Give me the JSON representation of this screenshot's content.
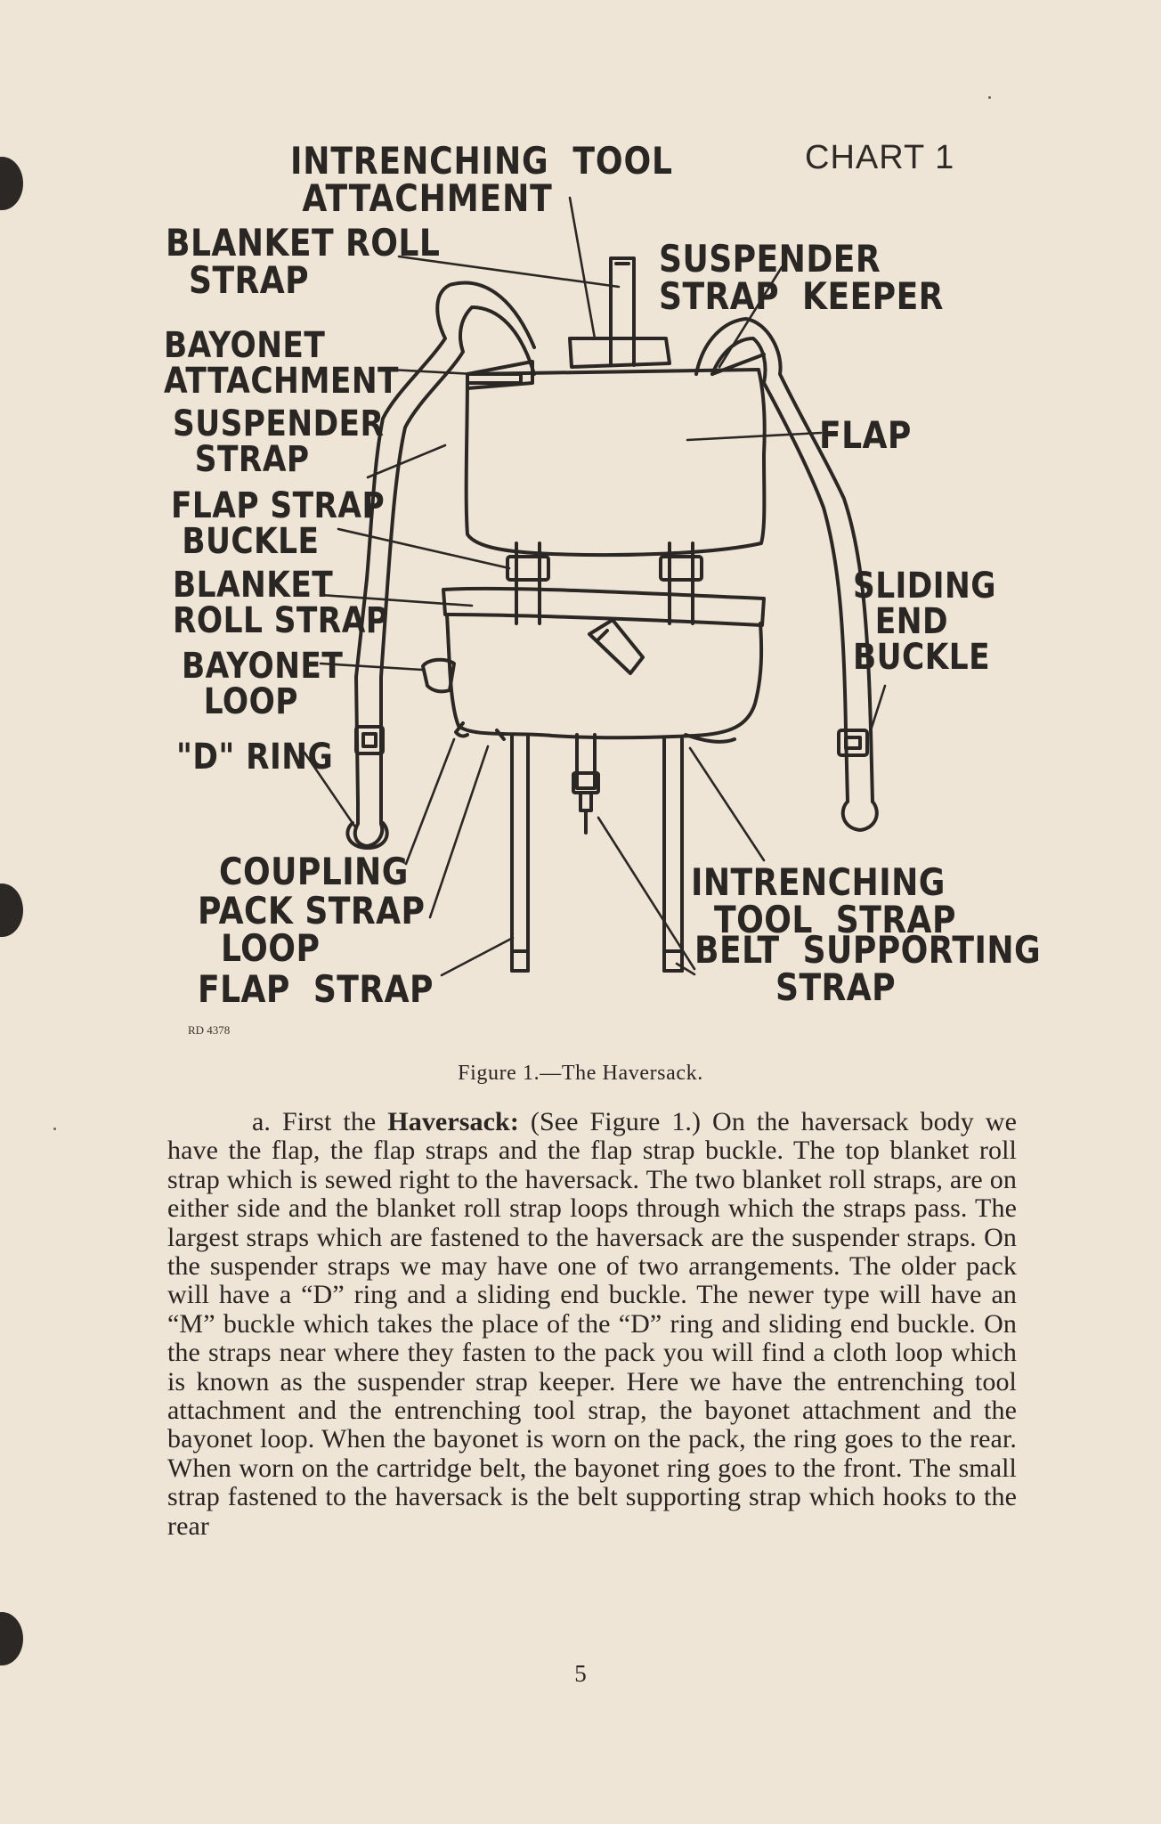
{
  "chart_label": "CHART 1",
  "labels": {
    "intrenching_tool_attachment": "INTRENCHING  TOOL\n ATTACHMENT",
    "blanket_roll_strap_top": "BLANKET ROLL\n  STRAP",
    "suspender_strap_keeper": "SUSPENDER\nSTRAP  KEEPER",
    "bayonet_attachment": "BAYONET\nATTACHMENT",
    "suspender_strap": "SUSPENDER\n  STRAP",
    "flap": "FLAP",
    "flap_strap_buckle": "FLAP STRAP\n BUCKLE",
    "blanket_roll_strap": "BLANKET\nROLL STRAP",
    "sliding_end_buckle": "SLIDING\n  END\nBUCKLE",
    "bayonet_loop": "BAYONET\n  LOOP",
    "d_ring": "\"D\" RING",
    "coupling": "  COUPLING",
    "pack_strap_loop": "PACK STRAP\n  LOOP",
    "flap_strap": "FLAP  STRAP",
    "intrenching_tool_strap": "INTRENCHING\n  TOOL  STRAP",
    "belt_supporting_strap": "BELT  SUPPORTING\n       STRAP"
  },
  "rd_code": "RD 4378",
  "figure_caption": "Figure 1.—The Haversack.",
  "body": {
    "lead_prefix": "a.  First the ",
    "lead_bold": "Haversack:",
    "text": "  (See Figure 1.) On the haversack body we have the flap, the flap straps and the flap strap buckle. The top blanket roll strap which is sewed right to the haversack. The two blanket roll straps, are on either side and the blanket roll strap loops through which the straps pass. The largest straps which are fastened to the haversack are the suspender straps. On the suspender straps we may have one of two arrangements. The older pack will have a “D” ring and a sliding end buckle. The newer type will have an “M” buckle which takes the place of the “D” ring and sliding end buckle. On the straps near where they fasten to the pack you will find a cloth loop which is known as the suspender strap keeper. Here we have the entrenching tool attachment and the entrenching tool strap, the bayonet attachment and the bayonet loop. When the bayonet is worn on the pack, the ring goes to the rear. When worn on the cartridge belt, the bayonet ring goes to the front. The small strap fastened to the haversack is the belt supporting strap which hooks to the rear"
  },
  "page_number": "5"
}
